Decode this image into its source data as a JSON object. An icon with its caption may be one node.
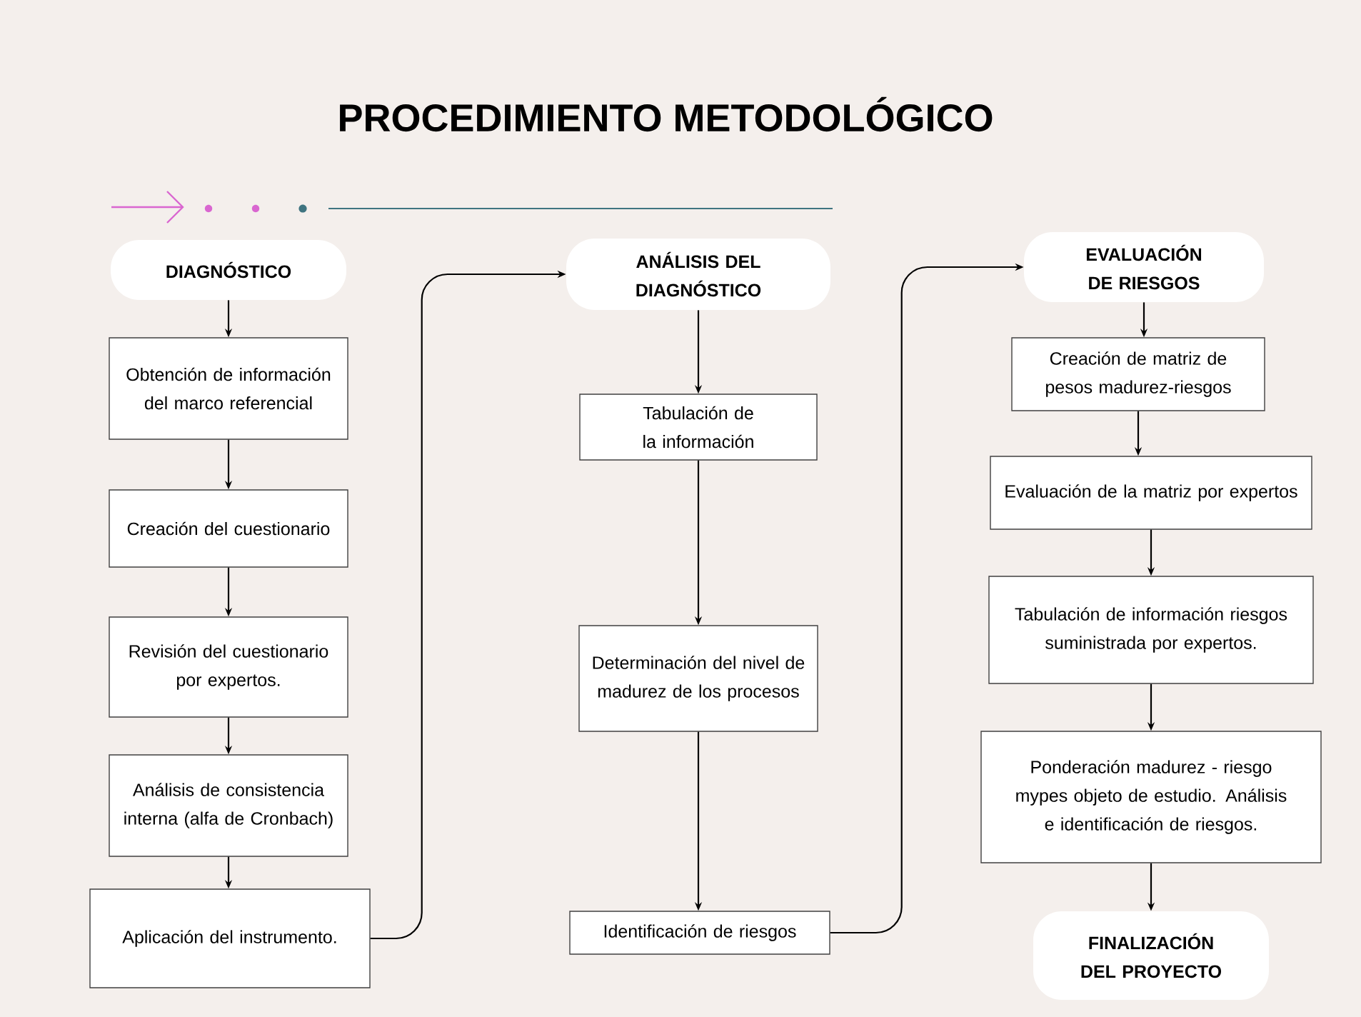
{
  "diagram": {
    "title": "PROCEDIMIENTO METODOLÓGICO",
    "nodes": [
      {
        "text": [
          "DIAGNÓSTICO"
        ]
      },
      {
        "text": [
          "Obtención de información del marco referencial"
        ]
      },
      {
        "text": [
          "Creación del cuestionario"
        ]
      },
      {
        "text": [
          "Revisión del cuestionario por expertos."
        ]
      },
      {
        "text": [
          "Análisis de consistencia interna (alfa de Cronbach)"
        ]
      },
      {
        "text": [
          "Aplicación del instrumento."
        ]
      },
      {
        "text": [
          "ANÁLISIS DEL DIAGNÓSTICO"
        ]
      },
      {
        "text": [
          "Tabulación de la información"
        ]
      },
      {
        "text": [
          "Determinación del nivel de madurez de los procesos"
        ]
      },
      {
        "text": [
          "Identificación de riesgos"
        ]
      },
      {
        "text": [
          "EVALUACIÓN DE RIESGOS"
        ]
      },
      {
        "text": [
          "Creación de matriz de pesos madurez-riesgos"
        ]
      },
      {
        "text": [
          "Evaluación de la matriz por expertos"
        ]
      },
      {
        "text": [
          "Tabulación de información riesgos suministrada por expertos."
        ]
      },
      {
        "text": [
          "Ponderación madurez - riesgo mypes objeto de estudio. Análisis e identificación de riesgos."
        ]
      },
      {
        "text": [
          "FINALIZACIÓN DEL PROYECTO"
        ]
      }
    ],
    "edges": [
      {
        "from": 0,
        "to": 1,
        "arrow": "to"
      },
      {
        "from": 1,
        "to": 2,
        "arrow": "to"
      },
      {
        "from": 2,
        "to": 3,
        "arrow": "to"
      },
      {
        "from": 3,
        "to": 4,
        "arrow": "to"
      },
      {
        "from": 4,
        "to": 5,
        "arrow": "to"
      },
      {
        "from": 5,
        "to": 6,
        "arrow": "to"
      },
      {
        "from": 6,
        "to": 7,
        "arrow": "to"
      },
      {
        "from": 7,
        "to": 8,
        "arrow": "to"
      },
      {
        "from": 8,
        "to": 9,
        "arrow": "to"
      },
      {
        "from": 9,
        "to": 10,
        "arrow": "to"
      },
      {
        "from": 10,
        "to": 11,
        "arrow": "to"
      },
      {
        "from": 11,
        "to": 12,
        "arrow": "to"
      },
      {
        "from": 12,
        "to": 13,
        "arrow": "to"
      },
      {
        "from": 13,
        "to": 14,
        "arrow": "to"
      },
      {
        "from": 14,
        "to": 15,
        "arrow": "to"
      }
    ]
  }
}
